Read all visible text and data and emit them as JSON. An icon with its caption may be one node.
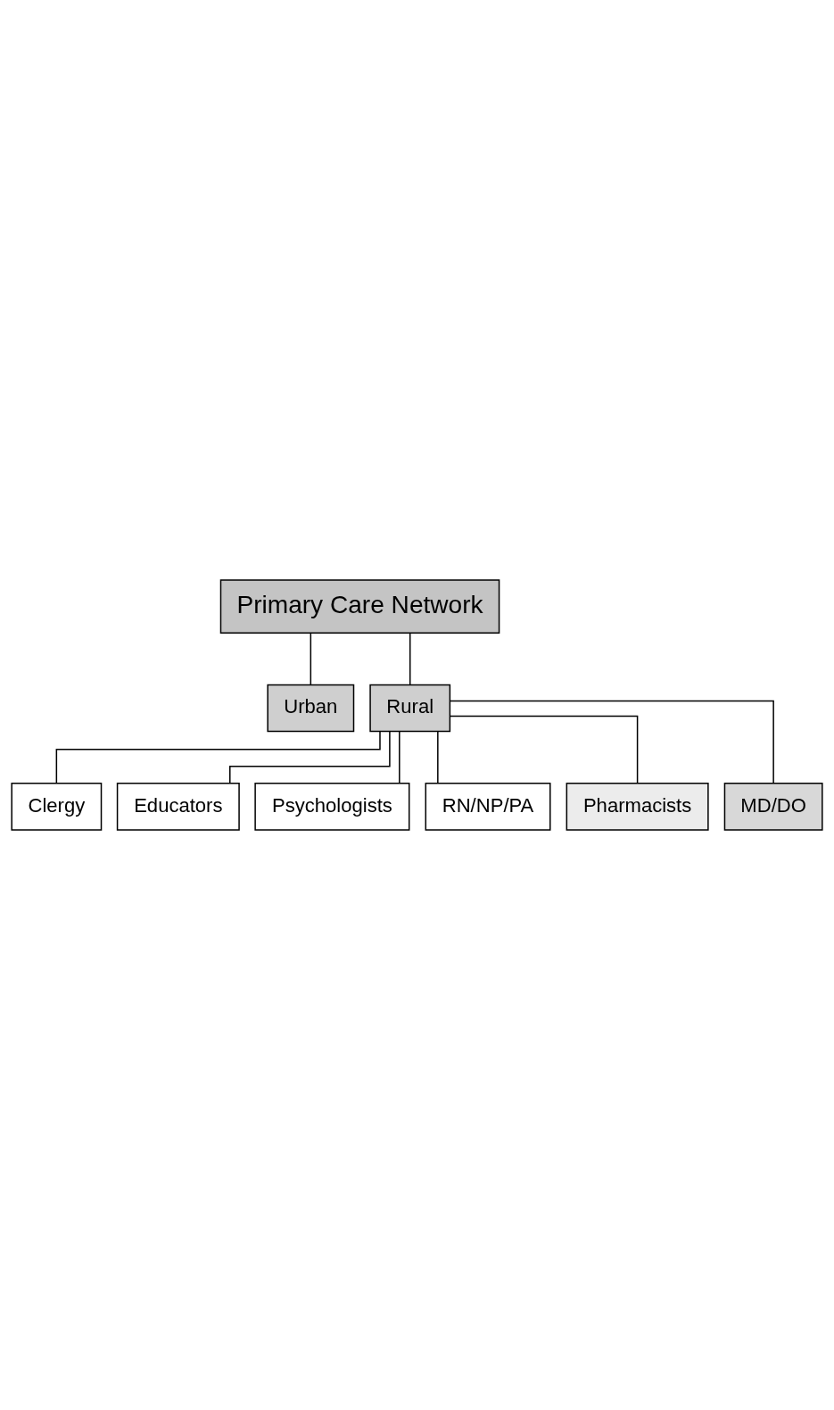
{
  "diagram": {
    "nodes": [
      {
        "text": [
          "Primary Care Network"
        ]
      },
      {
        "text": [
          "Urban"
        ]
      },
      {
        "text": [
          "Rural"
        ]
      },
      {
        "text": [
          "Clergy"
        ]
      },
      {
        "text": [
          "Educators"
        ]
      },
      {
        "text": [
          "Psychologists"
        ]
      },
      {
        "text": [
          "RN/NP/PA"
        ]
      },
      {
        "text": [
          "Pharmacists"
        ]
      },
      {
        "text": [
          "MD/DO"
        ]
      }
    ],
    "edges": [
      {
        "from": 0,
        "to": 1,
        "arrow": "none"
      },
      {
        "from": 0,
        "to": 2,
        "arrow": "none"
      },
      {
        "from": 2,
        "to": 3,
        "arrow": "none"
      },
      {
        "from": 2,
        "to": 4,
        "arrow": "none"
      },
      {
        "from": 2,
        "to": 5,
        "arrow": "none"
      },
      {
        "from": 2,
        "to": 6,
        "arrow": "none"
      },
      {
        "from": 2,
        "to": 7,
        "arrow": "none"
      },
      {
        "from": 2,
        "to": 8,
        "arrow": "none"
      }
    ]
  }
}
